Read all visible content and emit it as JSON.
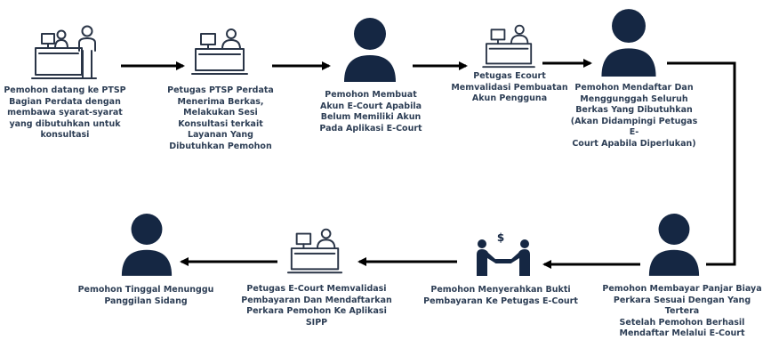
{
  "colors": {
    "person": "#152743",
    "outline": "#2a3547",
    "text": "#2d3e55",
    "arrow": "#000000"
  },
  "steps": [
    {
      "label": "Pemohon datang ke PTSP\nBagian Perdata dengan\nmembawa syarat-syarat\nyang dibutuhkan untuk\nkonsultasi",
      "icon": "reception-desk-two-people-icon"
    },
    {
      "label": "Petugas PTSP Perdata\nMenerima Berkas,\nMelakukan Sesi\nKonsultasi terkait\nLayanan Yang\nDibutuhkan Pemohon",
      "icon": "desk-clerk-computer-icon"
    },
    {
      "label": "Pemohon Membuat\nAkun E-Court Apabila\nBelum Memiliki Akun\nPada Aplikasi E-Court",
      "icon": "person-icon"
    },
    {
      "label": "Petugas Ecourt\nMemvalidasi Pembuatan\nAkun Pengguna",
      "icon": "desk-clerk-computer-icon"
    },
    {
      "label": "Pemohon Mendaftar Dan\nMenggunggah Seluruh\nBerkas Yang Dibutuhkan\n(Akan Didampingi Petugas E-\nCourt Apabila Diperlukan)",
      "icon": "person-icon"
    },
    {
      "label": "Pemohon Membayar Panjar Biaya\nPerkara Sesuai Dengan Yang Tertera\nSetelah Pemohon Berhasil\nMendaftar Melalui E-Court",
      "icon": "person-icon"
    },
    {
      "label": "Pemohon Menyerahkan Bukti\nPembayaran Ke Petugas E-Court",
      "icon": "handshake-money-icon"
    },
    {
      "label": "Petugas E-Court Memvalidasi\nPembayaran Dan Mendaftarkan\nPerkara Pemohon Ke Aplikasi SIPP",
      "icon": "desk-clerk-computer-icon"
    },
    {
      "label": "Pemohon Tinggal Menunggu\nPanggilan Sidang",
      "icon": "person-icon"
    }
  ],
  "money_symbol": "$"
}
